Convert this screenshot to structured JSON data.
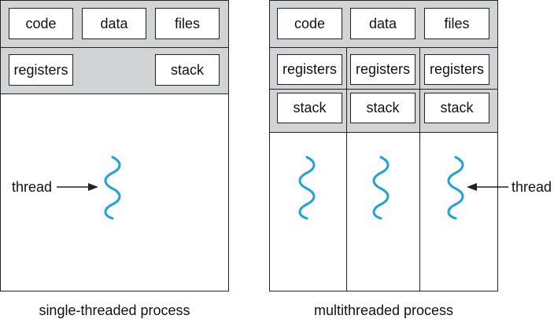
{
  "single": {
    "shared": [
      "code",
      "data",
      "files"
    ],
    "registers": "registers",
    "stack": "stack",
    "thread_label": "thread",
    "caption": "single-threaded process"
  },
  "multi": {
    "shared": [
      "code",
      "data",
      "files"
    ],
    "registers": [
      "registers",
      "registers",
      "registers"
    ],
    "stacks": [
      "stack",
      "stack",
      "stack"
    ],
    "thread_label": "thread",
    "caption": "multithreaded process"
  },
  "colors": {
    "thread": "#1aa3dd",
    "band": "#d1d3d4",
    "outline": "#222222"
  },
  "icons": {
    "thread": "wavy-thread-icon",
    "arrow": "arrow-icon"
  }
}
